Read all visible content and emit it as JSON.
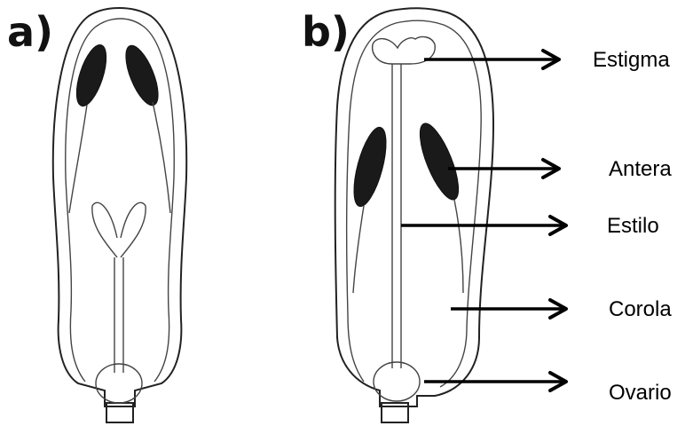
{
  "panels": [
    {
      "id": "a",
      "label": "a)"
    },
    {
      "id": "b",
      "label": "b)"
    }
  ],
  "parts": [
    {
      "id": "estigma",
      "label": "Estigma"
    },
    {
      "id": "antera",
      "label": "Antera"
    },
    {
      "id": "estilo",
      "label": "Estilo"
    },
    {
      "id": "corola",
      "label": "Corola"
    },
    {
      "id": "ovario",
      "label": "Ovario"
    }
  ]
}
